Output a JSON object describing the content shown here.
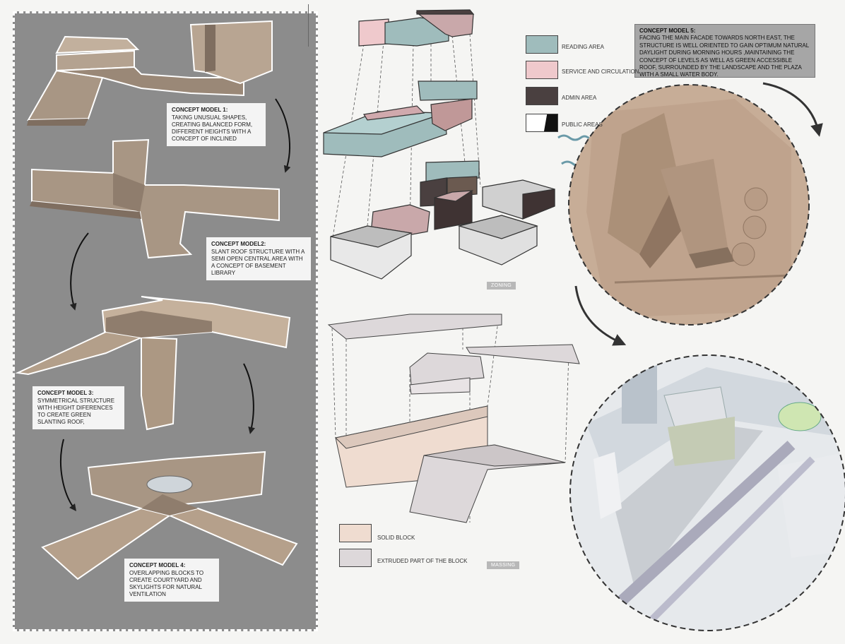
{
  "concepts": [
    {
      "title": "CONCEPT MODEL 1:",
      "text": "TAKING UNUSUAL SHAPES, CREATING BALANCED FORM, DIFFERENT HEIGHTS WITH A CONCEPT OF INCLINED"
    },
    {
      "title": "CONCEPT MODEL2:",
      "text": "SLANT ROOF STRUCTURE WITH A SEMI OPEN CENTRAL AREA WITH A CONCEPT OF BASEMENT LIBRARY"
    },
    {
      "title": "CONCEPT MODEL 3:",
      "text": "SYMMETRICAL STRUCTURE WITH HEIGHT DIFERENCES TO CREATE GREEN SLANTING ROOF,"
    },
    {
      "title": "CONCEPT MODEL 4:",
      "text": "OVERLAPPING BLOCKS TO CREATE COURTYARD AND SKYLIGHTS FOR NATURAL VENTILATION"
    },
    {
      "title": "CONCEPT MODEL 5:",
      "text": "FACING THE MAIN FACADE TOWARDS NORTH EAST, THE STRUCTURE IS WELL ORIENTED TO GAIN OPTIMUM NATURAL DAYLIGHT DURING MORNING HOURS ,MAINTAINING THE CONCEPT OF LEVELS AS WELL AS GREEN ACCESSIBLE ROOF, SURROUNDED BY THE LANDSCAPE AND THE PLAZA WITH A SMALL WATER BODY."
    }
  ],
  "zoning_legend": [
    {
      "label": "READING AREA",
      "color": "#9fbcbc"
    },
    {
      "label": "SERVICE AND CIRCULATION",
      "color": "#efc9cc"
    },
    {
      "label": "ADMIN AREA",
      "color": "#4a4040"
    },
    {
      "label": "PUBLIC AREAS",
      "color": "#ffffff"
    }
  ],
  "massing_legend": [
    {
      "label": "SOLID BLOCK",
      "color": "#efdcd0"
    },
    {
      "label": "EXTRUDED PART OF THE BLOCK",
      "color": "#ddd8da"
    }
  ],
  "tags": {
    "zoning": "ZONING",
    "massing": "MASSING"
  },
  "colors": {
    "panel": "#8c8c8c",
    "model": "#a89684",
    "model_light": "#c2b09d",
    "model_dark": "#7f6e60"
  }
}
